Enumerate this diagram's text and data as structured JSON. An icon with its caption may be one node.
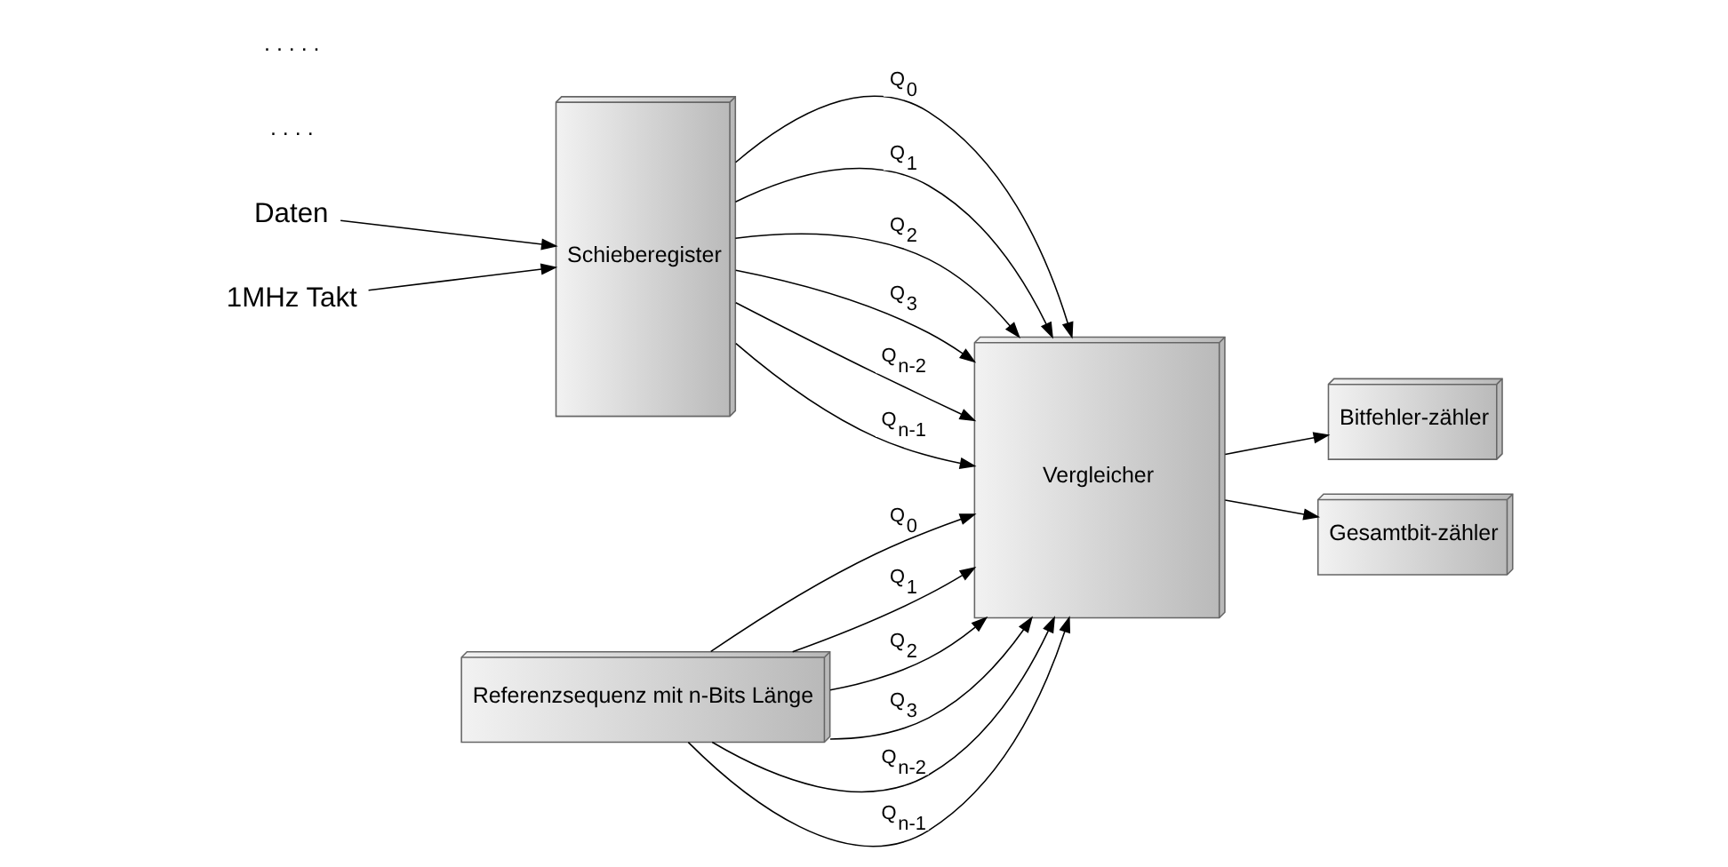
{
  "diagram": {
    "nodes": [
      {
        "text": [
          "Daten"
        ]
      },
      {
        "text": [
          "1MHz Takt"
        ]
      },
      {
        "text": [
          "Schieberegister"
        ]
      },
      {
        "text": [
          "Vergleicher"
        ]
      },
      {
        "text": [
          "Bitfehler-zähler"
        ]
      },
      {
        "text": [
          "Gesamtbit-zähler"
        ]
      },
      {
        "text": [
          "Referenzsequenz mit n-Bits Länge"
        ]
      }
    ],
    "edges": [
      {
        "from": 0,
        "to": 2,
        "arrow": "to"
      },
      {
        "from": 1,
        "to": 2,
        "arrow": "to"
      },
      {
        "from": 2,
        "to": 3,
        "arrow": "to",
        "label": "Q$_{0}$"
      },
      {
        "from": 2,
        "to": 3,
        "arrow": "to",
        "label": "Q$_{1}$"
      },
      {
        "from": 2,
        "to": 3,
        "arrow": "to",
        "label": "Q$_{2}$"
      },
      {
        "from": 2,
        "to": 3,
        "arrow": "to",
        "label": "Q$_{3}$"
      },
      {
        "from": 2,
        "to": 3,
        "arrow": "to",
        "label": "Q$_{n-2}$"
      },
      {
        "from": 2,
        "to": 3,
        "arrow": "to",
        "label": "Q$_{n-1}$"
      },
      {
        "from": 3,
        "to": 4,
        "arrow": "to"
      },
      {
        "from": 3,
        "to": 5,
        "arrow": "to"
      },
      {
        "from": 6,
        "to": 3,
        "arrow": "to",
        "label": "Q$_{0}$"
      },
      {
        "from": 6,
        "to": 3,
        "arrow": "to",
        "label": "Q$_{1}$"
      },
      {
        "from": 6,
        "to": 3,
        "arrow": "to",
        "label": "Q$_{2}$"
      },
      {
        "from": 6,
        "to": 3,
        "arrow": "to",
        "label": "Q$_{3}$"
      },
      {
        "from": 6,
        "to": 3,
        "arrow": "to",
        "label": "Q$_{n-2}$"
      },
      {
        "from": 6,
        "to": 3,
        "arrow": "to",
        "label": "Q$_{n-1}$"
      }
    ],
    "labels": [
      ". . . .",
      ". . . . ."
    ]
  }
}
